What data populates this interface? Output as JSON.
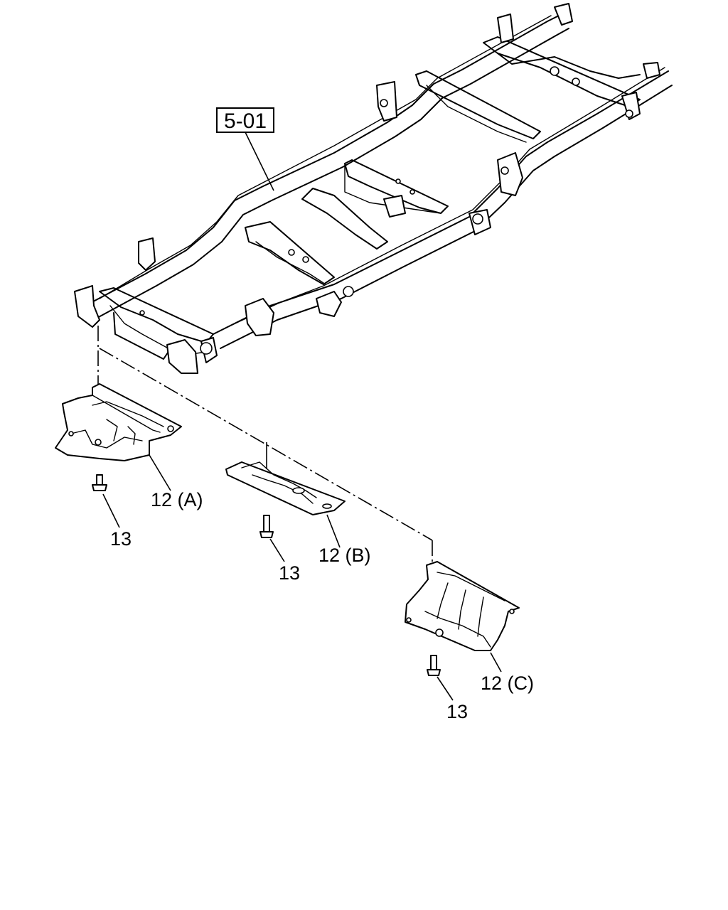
{
  "labels": {
    "frame_ref": "5-01",
    "guard_a": "12 (A)",
    "guard_b": "12 (B)",
    "guard_c": "12 (C)",
    "bolt_a": "13",
    "bolt_b": "13",
    "bolt_c": "13"
  }
}
